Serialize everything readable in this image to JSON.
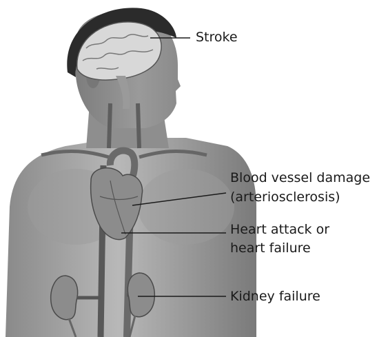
{
  "labels": {
    "stroke": "Stroke",
    "vessel_line1": "Blood vessel damage",
    "vessel_line2": "(arteriosclerosis)",
    "heart_line1": "Heart attack or",
    "heart_line2": "heart failure",
    "kidney": "Kidney failure"
  },
  "colors": {
    "skin": "#a9a9a9",
    "skin_dark": "#6a6a6a",
    "hair": "#2b2b2b",
    "brain": "#d8d8d8",
    "organ": "#8c8c8c",
    "leader_line": "#1a1a1a",
    "text": "#1a1a1a"
  }
}
